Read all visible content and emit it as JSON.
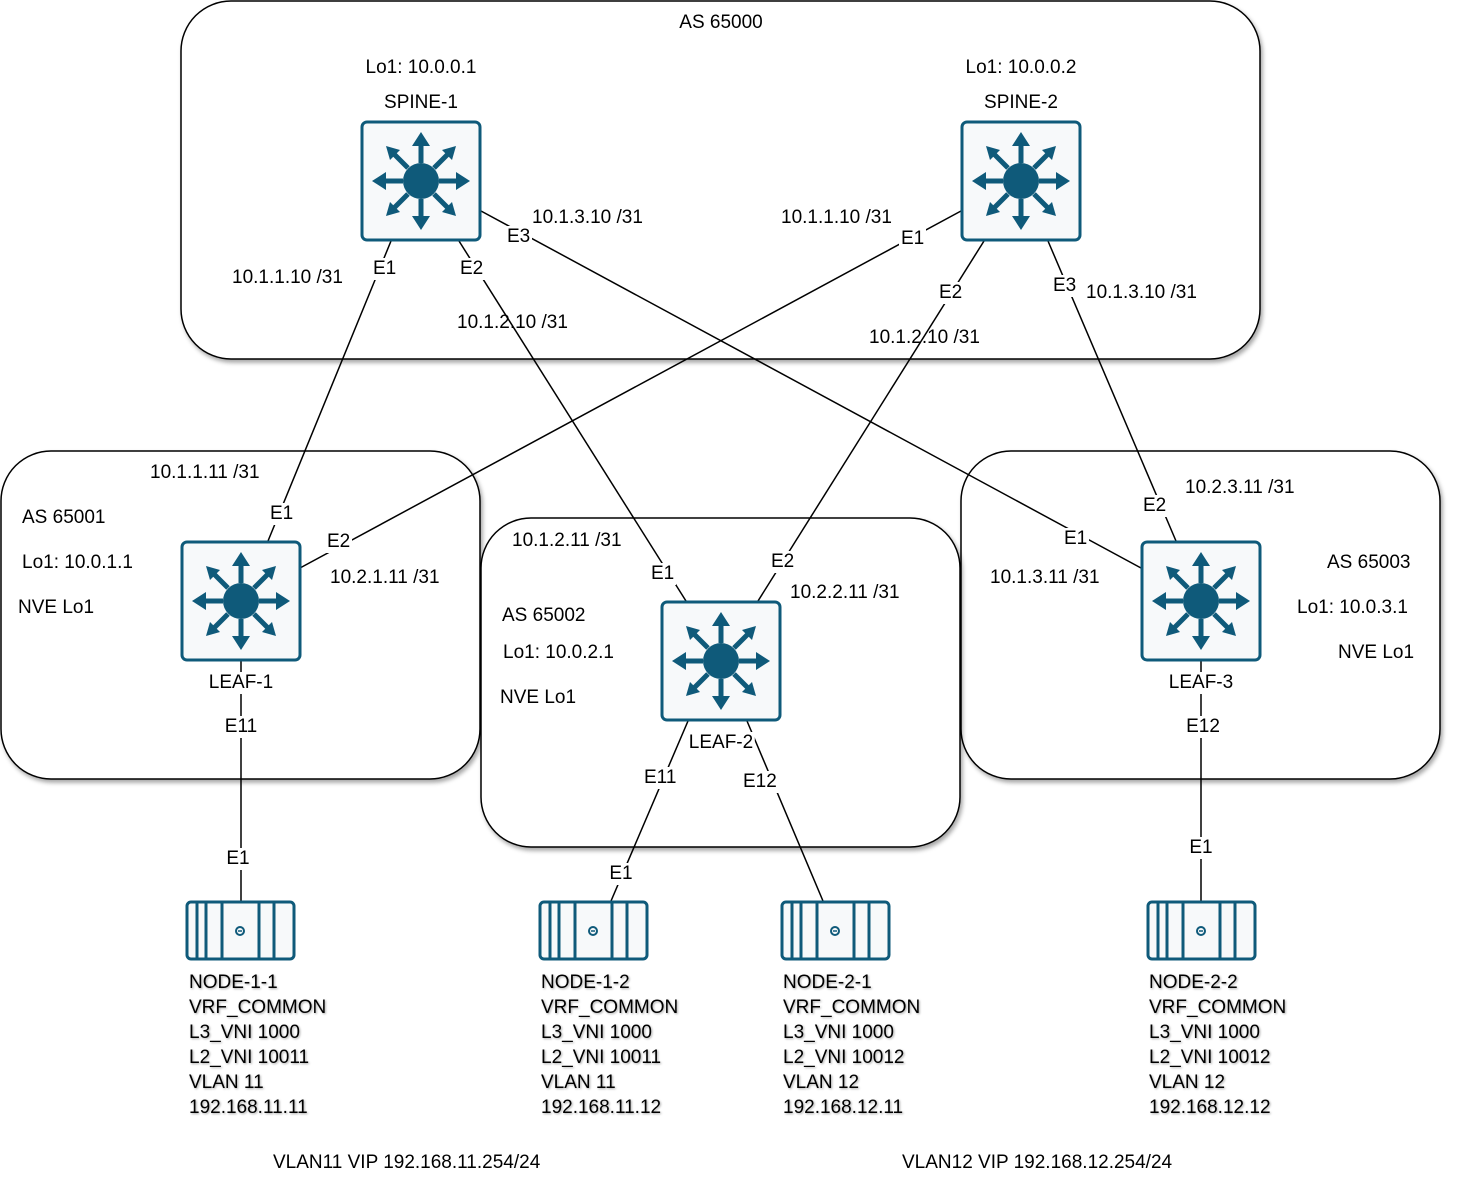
{
  "colors": {
    "device_fill": "#f7f9fa",
    "device_stroke": "#0f5a7a",
    "device_glyph": "#0f5a7a",
    "box_stroke": "#000000",
    "line": "#000000"
  },
  "spine_area": {
    "as_label": "AS 65000"
  },
  "spines": [
    {
      "name": "SPINE-1",
      "lo": "Lo1: 10.0.0.1",
      "icon": "switch-icon"
    },
    {
      "name": "SPINE-2",
      "lo": "Lo1: 10.0.0.2",
      "icon": "switch-icon"
    }
  ],
  "leaves": [
    {
      "name": "LEAF-1",
      "as": "AS 65001",
      "lo": "Lo1: 10.0.1.1",
      "nve": "NVE Lo1",
      "icon": "switch-icon"
    },
    {
      "name": "LEAF-2",
      "as": "AS 65002",
      "lo": "Lo1: 10.0.2.1",
      "nve": "NVE Lo1",
      "icon": "switch-icon"
    },
    {
      "name": "LEAF-3",
      "as": "AS 65003",
      "lo": "Lo1: 10.0.3.1",
      "nve": "NVE Lo1",
      "icon": "switch-icon"
    }
  ],
  "links": {
    "s1_l1": {
      "spine_port": "E1",
      "spine_ip": "10.1.1.10 /31",
      "leaf_port": "E1",
      "leaf_ip": "10.1.1.11 /31"
    },
    "s1_l2": {
      "spine_port": "E2",
      "spine_ip": "10.1.2.10 /31",
      "leaf_port": "E1",
      "leaf_ip": "10.1.2.11 /31"
    },
    "s1_l3": {
      "spine_port": "E3",
      "spine_ip": "10.1.3.10 /31",
      "leaf_port": "E1",
      "leaf_ip": "10.1.3.11 /31"
    },
    "s2_l1": {
      "spine_port": "E1",
      "spine_ip": "10.1.1.10 /31",
      "leaf_port": "E2",
      "leaf_ip": "10.2.1.11 /31"
    },
    "s2_l2": {
      "spine_port": "E2",
      "spine_ip": "10.1.2.10 /31",
      "leaf_port": "E2",
      "leaf_ip": "10.2.2.11 /31"
    },
    "s2_l3": {
      "spine_port": "E3",
      "spine_ip": "10.1.3.10 /31",
      "leaf_port": "E2",
      "leaf_ip": "10.2.3.11 /31"
    },
    "l1_n11": {
      "leaf_port": "E11",
      "node_port": "E1"
    },
    "l2_n12": {
      "leaf_port": "E11",
      "node_port": "E1"
    },
    "l2_n21": {
      "leaf_port": "E12"
    },
    "l3_n22": {
      "leaf_port": "E12",
      "node_port": "E1"
    }
  },
  "nodes": [
    {
      "name": "NODE-1-1",
      "vrf": "VRF_COMMON",
      "l3vni": "L3_VNI 1000",
      "l2vni": "L2_VNI 10011",
      "vlan": "VLAN 11",
      "ip": "192.168.11.11",
      "icon": "server-icon"
    },
    {
      "name": "NODE-1-2",
      "vrf": "VRF_COMMON",
      "l3vni": "L3_VNI 1000",
      "l2vni": "L2_VNI 10011",
      "vlan": "VLAN 11",
      "ip": "192.168.11.12",
      "icon": "server-icon"
    },
    {
      "name": "NODE-2-1",
      "vrf": "VRF_COMMON",
      "l3vni": "L3_VNI 1000",
      "l2vni": "L2_VNI 10012",
      "vlan": "VLAN 12",
      "ip": "192.168.12.11",
      "icon": "server-icon"
    },
    {
      "name": "NODE-2-2",
      "vrf": "VRF_COMMON",
      "l3vni": "L3_VNI 1000",
      "l2vni": "L2_VNI 10012",
      "vlan": "VLAN 12",
      "ip": "192.168.12.12",
      "icon": "server-icon"
    }
  ],
  "vips": {
    "vlan11": "VLAN11 VIP 192.168.11.254/24",
    "vlan12": "VLAN12 VIP 192.168.12.254/24"
  }
}
